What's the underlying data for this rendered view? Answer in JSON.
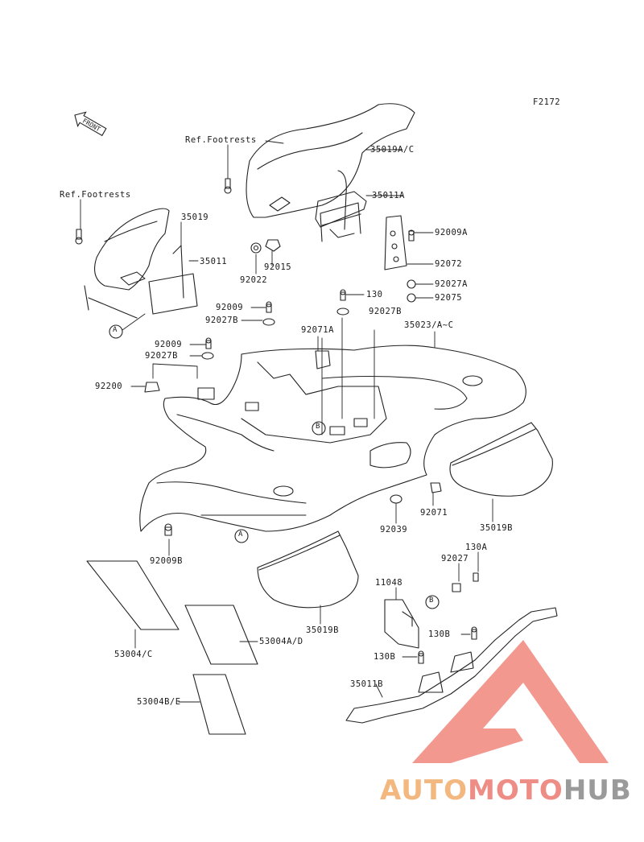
{
  "figure_id": "F2172",
  "front_label": "FRONT",
  "refs": [
    "Ref.Footrests",
    "Ref.Footrests"
  ],
  "callouts": [
    "A",
    "B",
    "A",
    "B"
  ],
  "parts": {
    "p35019AC": "35019A/C",
    "p35011A": "35011A",
    "p35019": "35019",
    "p35011": "35011",
    "p92015": "92015",
    "p92022": "92022",
    "p92009A": "92009A",
    "p92072": "92072",
    "p92027A": "92027A",
    "p92075": "92075",
    "p130": "130",
    "p92027B_top": "92027B",
    "p92009_1": "92009",
    "p92027B_1": "92027B",
    "p92071A": "92071A",
    "p35023": "35023/A~C",
    "p92009_2": "92009",
    "p92027B_2": "92027B",
    "p92200": "92200",
    "p92071": "92071",
    "p92039": "92039",
    "p35019B_r": "35019B",
    "p92009B": "92009B",
    "p92027": "92027",
    "p130A": "130A",
    "p11048": "11048",
    "p35019B_b": "35019B",
    "p130B_1": "130B",
    "p53004C": "53004/C",
    "p53004AD": "53004A/D",
    "p130B_2": "130B",
    "p35011B": "35011B",
    "p53004BE": "53004B/E"
  },
  "watermark": {
    "part1": "AUTO",
    "part2": "MOTO",
    "part3": "HUB",
    "colors": {
      "auto": "#f3b87f",
      "moto": "#ee8c86",
      "hub": "#9a9a9a",
      "triangle": "#f08a80"
    }
  }
}
